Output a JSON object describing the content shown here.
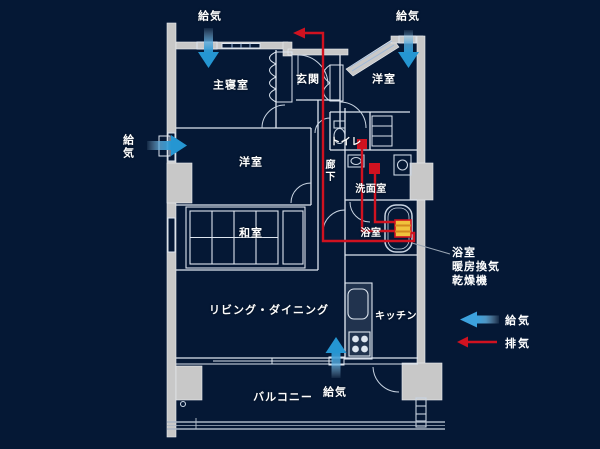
{
  "floorplan": {
    "type": "apartment-ventilation-diagram",
    "labels": {
      "supply_top_left": "給気",
      "supply_top_right": "給気",
      "supply_left": "給気",
      "supply_bottom": "給気",
      "master_bedroom": "主寝室",
      "entrance": "玄関",
      "western_room_top": "洋室",
      "western_room_left": "洋室",
      "toilet": "トイレ",
      "hallway": "廊下",
      "washroom": "洗面室",
      "japanese_room": "和室",
      "bathroom": "浴室",
      "living_dining": "リビング・ダイニング",
      "kitchen": "キッチン",
      "balcony": "バルコニー"
    },
    "equipment": {
      "bath_unit_line1": "浴室",
      "bath_unit_line2": "暖房換気",
      "bath_unit_line3": "乾燥機"
    },
    "legend": {
      "supply_label": "給気",
      "exhaust_label": "排気",
      "supply_color": "#2e9bd6",
      "exhaust_color": "#d01220"
    },
    "colors": {
      "background": "#051835",
      "wall_fill": "#c8c8c8",
      "line": "#dde5ef",
      "window_tint": "#9fb9d9",
      "exhaust_red": "#d01220",
      "supply_blue": "#2e9bd6",
      "bath_unit_yellow": "#f0c23c"
    }
  }
}
